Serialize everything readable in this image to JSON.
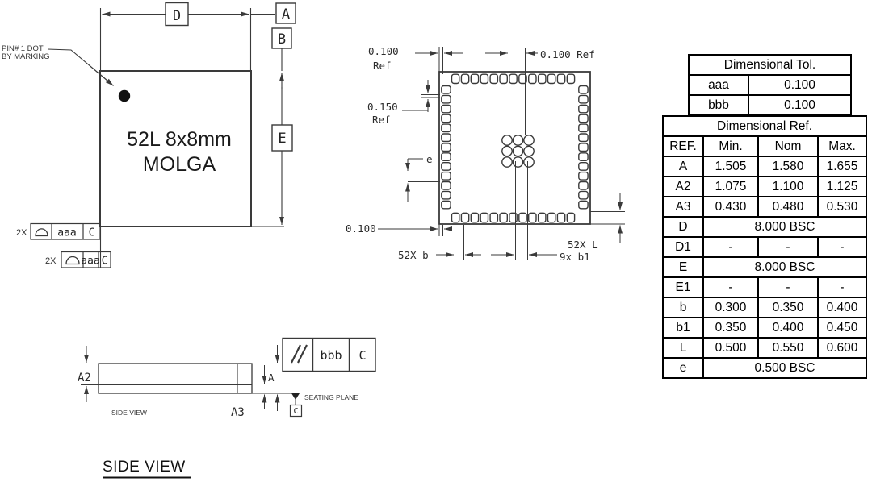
{
  "top_view": {
    "title_line1": "52L 8x8mm",
    "title_line2": "MOLGA",
    "pin_note_line1": "PIN# 1 DOT",
    "pin_note_line2": "BY MARKING",
    "datum_d": "D",
    "datum_a": "A",
    "datum_b": "B",
    "datum_e": "E",
    "fcf1": {
      "qty": "2X",
      "symbol": "profile-of-surface",
      "tolerance": "aaa",
      "datum": "C"
    },
    "fcf2": {
      "qty": "2X",
      "symbol": "profile-of-surface",
      "tolerance": "aaa",
      "datum": "C"
    }
  },
  "land_pattern": {
    "pads_per_side": 13,
    "thermal_via_rows": 3,
    "thermal_via_cols": 3,
    "dim_top_left_line1": "0.100",
    "dim_top_left_line2": "Ref",
    "dim_top_right": "0.100 Ref",
    "dim_left_line1": "0.150",
    "dim_left_line2": "Ref",
    "pitch_label": "e",
    "dim_bottom_left": "0.100",
    "dim_pad_width": "52X b",
    "dim_via_dia": "9x b1",
    "dim_pad_length": "52X L"
  },
  "side_view": {
    "dim_a2": "A2",
    "dim_a": "A",
    "dim_a3": "A3",
    "fcf": {
      "symbol": "parallelism",
      "tolerance": "bbb",
      "datum": "C"
    },
    "seating_plane_label": "SEATING PLANE",
    "datum_c": "C",
    "caption_small": "SIDE VIEW",
    "caption_large": "SIDE VIEW"
  },
  "tables": {
    "tol": {
      "title": "Dimensional Tol.",
      "rows": [
        [
          "aaa",
          "0.100"
        ],
        [
          "bbb",
          "0.100"
        ]
      ]
    },
    "ref": {
      "title": "Dimensional Ref.",
      "headers": [
        "REF.",
        "Min.",
        "Nom",
        "Max."
      ],
      "rows": [
        {
          "ref": "A",
          "min": "1.505",
          "nom": "1.580",
          "max": "1.655"
        },
        {
          "ref": "A2",
          "min": "1.075",
          "nom": "1.100",
          "max": "1.125"
        },
        {
          "ref": "A3",
          "min": "0.430",
          "nom": "0.480",
          "max": "0.530"
        },
        {
          "ref": "D",
          "span": "8.000 BSC"
        },
        {
          "ref": "D1",
          "min": "-",
          "nom": "-",
          "max": "-"
        },
        {
          "ref": "E",
          "span": "8.000 BSC"
        },
        {
          "ref": "E1",
          "min": "-",
          "nom": "-",
          "max": "-"
        },
        {
          "ref": "b",
          "min": "0.300",
          "nom": "0.350",
          "max": "0.400"
        },
        {
          "ref": "b1",
          "min": "0.350",
          "nom": "0.400",
          "max": "0.450"
        },
        {
          "ref": "L",
          "min": "0.500",
          "nom": "0.550",
          "max": "0.600"
        },
        {
          "ref": "e",
          "span": "0.500 BSC"
        }
      ]
    }
  },
  "colors": {
    "line": "#3a3a3a",
    "table_border": "#000000",
    "text": "#1f1f1f",
    "background": "#ffffff"
  }
}
